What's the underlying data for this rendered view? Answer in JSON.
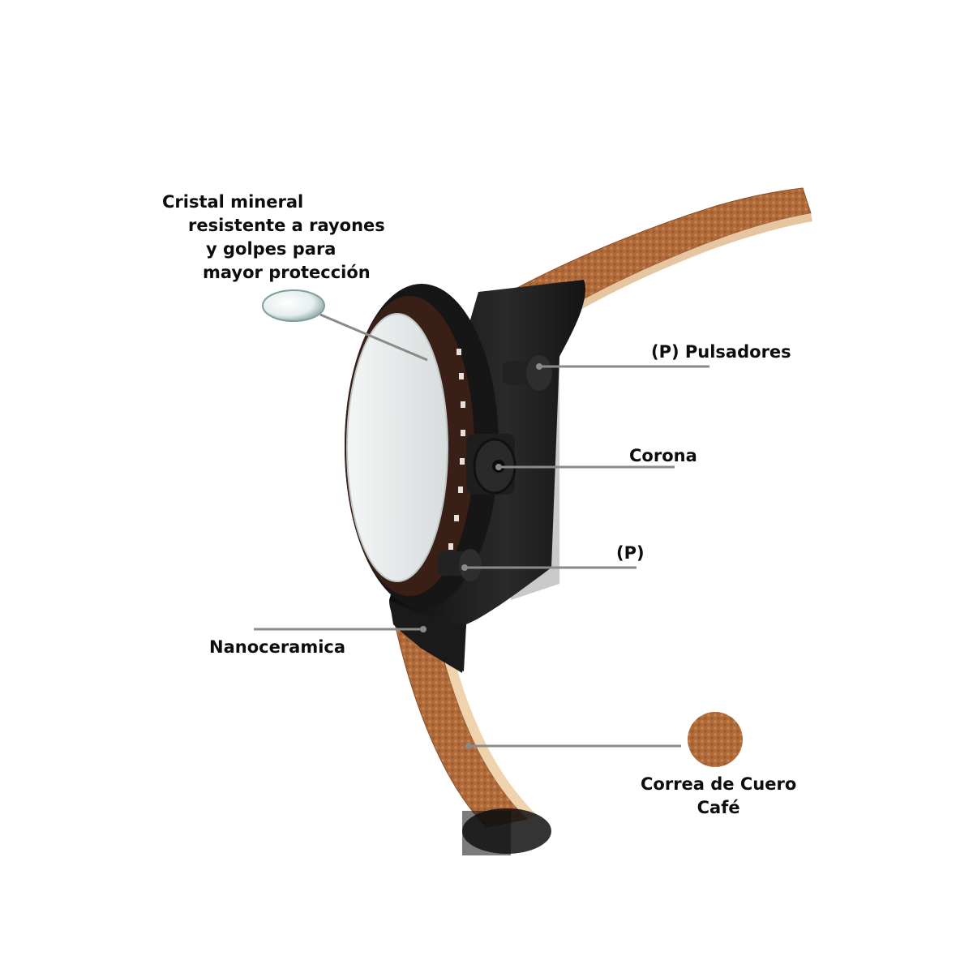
{
  "labels": {
    "cristal": [
      "Cristal mineral",
      "resistente a rayones",
      "y golpes para",
      "mayor protección"
    ],
    "pulsadores": "(P) Pulsadores",
    "corona": "Corona",
    "p": "(P)",
    "nanoceramica": "Nanoceramica",
    "correa": [
      "Correa de Cuero",
      "Café"
    ]
  },
  "colors": {
    "strap": "#b3703f",
    "strap_edge": "#e3c29a",
    "case": "#1c1c1c",
    "bezel": "#3a1f17",
    "leader_line": "#8a8a8a",
    "text": "#0d0d0d"
  }
}
